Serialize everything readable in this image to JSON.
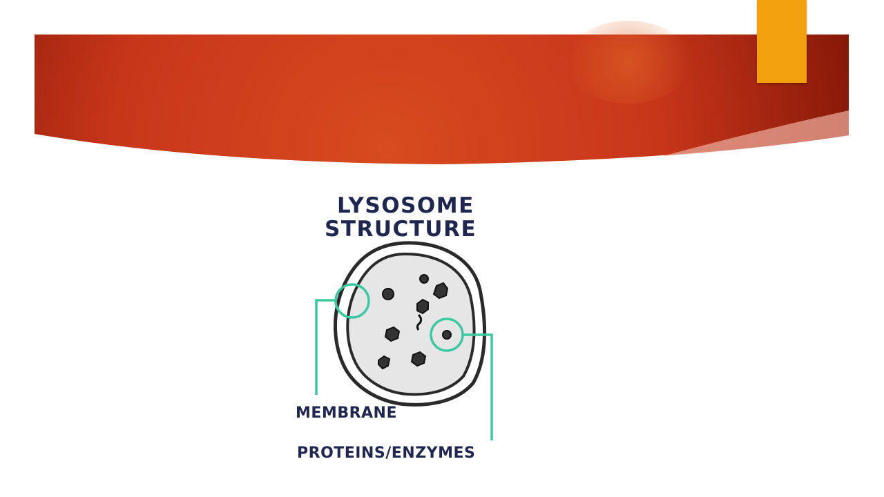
{
  "colors": {
    "banner_dark": "#7f1506",
    "banner_mid": "#c8361a",
    "banner_light": "#d84a1f",
    "accent": "#f2a00e",
    "ink": "#1f2750",
    "highlight": "#3cc9a0"
  },
  "diagram": {
    "title_line1": "LYSOSOME",
    "title_line2": "STRUCTURE",
    "labels": {
      "membrane": "MEMBRANE",
      "proteins": "PROTEINS/ENZYMES"
    }
  }
}
